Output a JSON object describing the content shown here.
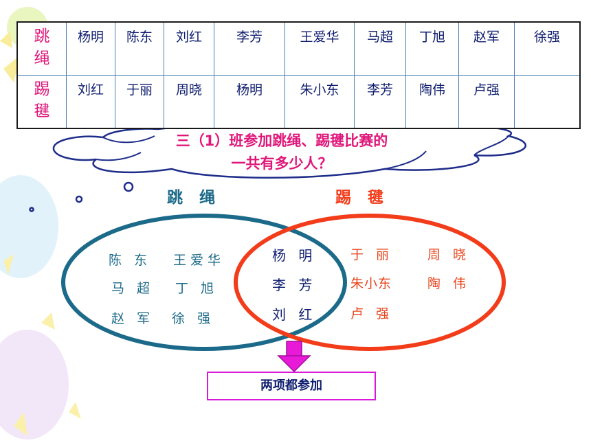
{
  "table": {
    "row_labels": [
      "跳绳",
      "踢毽"
    ],
    "jump_rope": [
      "杨明",
      "陈东",
      "刘红",
      "李芳",
      "王爱华",
      "马超",
      "丁旭",
      "赵军",
      "徐强"
    ],
    "shuttlecock": [
      "刘红",
      "于丽",
      "周晓",
      "杨明",
      "朱小东",
      "李芳",
      "陶伟",
      "卢强",
      ""
    ]
  },
  "question": {
    "line1": "三（1）班参加跳绳、踢毽比赛的",
    "line2": "一共有多少人？"
  },
  "venn": {
    "left_title": "跳 绳",
    "right_title": "踢 毽",
    "left_only_rows": [
      [
        "陈 东",
        "王爱华"
      ],
      [
        "马 超",
        "丁 旭"
      ],
      [
        "赵 军",
        "徐 强"
      ]
    ],
    "both": [
      "杨 明",
      "李 芳",
      "刘 红"
    ],
    "right_only_rows": [
      [
        "于 丽",
        "周 晓"
      ],
      [
        "朱小东",
        "陶 伟"
      ],
      [
        "卢 强",
        ""
      ]
    ],
    "both_label": "两项都参加",
    "colors": {
      "left": "#1c6a8a",
      "right": "#f23c1a",
      "arrow": "#e81ad8"
    }
  }
}
